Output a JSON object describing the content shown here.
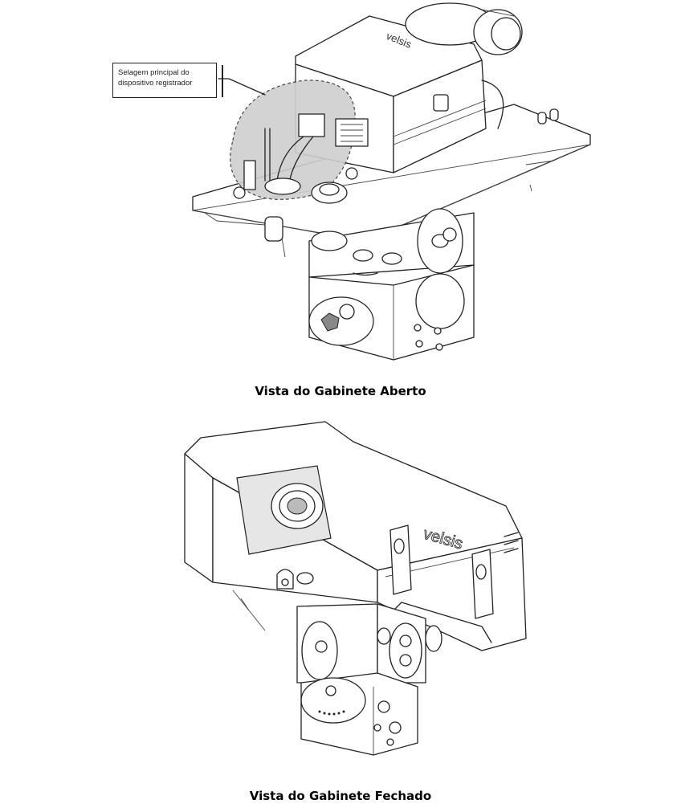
{
  "figures": {
    "open": {
      "callout_line1": "Selagem principal do",
      "callout_line2": "dispositivo registrador",
      "caption": "Vista do Gabinete Aberto",
      "brand": "velsis"
    },
    "closed": {
      "caption": "Vista do Gabinete Fechado",
      "brand": "velsis"
    }
  }
}
